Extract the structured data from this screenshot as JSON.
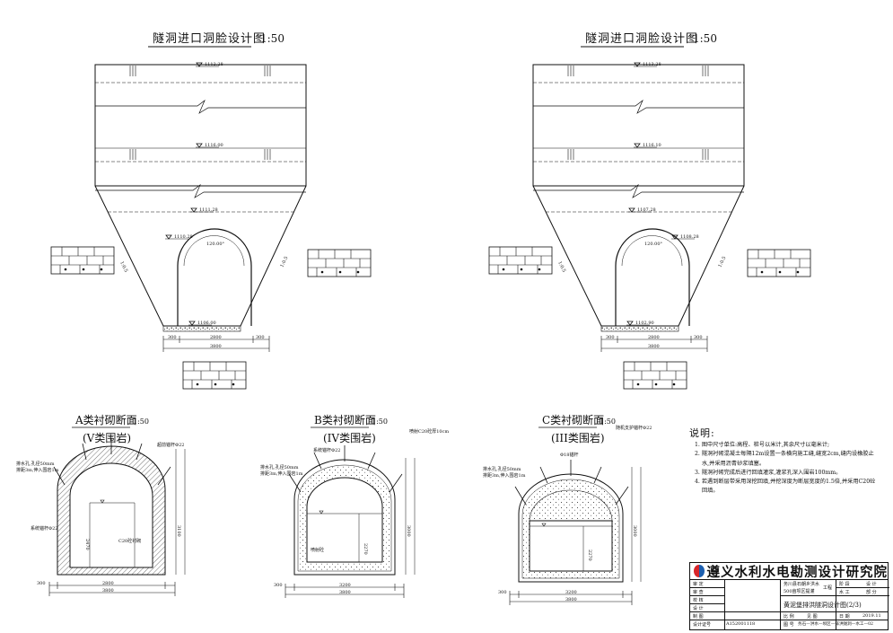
{
  "portal_left": {
    "title": "隧洞进口洞脸设计图",
    "scale": "1:50",
    "elev_top": "1112.28",
    "elev_mid": "1116.00",
    "elev_base": "1111.28",
    "elev_arch": "1110.28",
    "elev_invert": "1106.00",
    "slope_left": "1:0.5",
    "slope_right": "1:0.5",
    "arch_angle": "120.00°",
    "dim_left": "300",
    "dim_mid": "2800",
    "dim_right": "300",
    "dim_total": "3800"
  },
  "portal_right": {
    "title": "隧洞进口洞脸设计图",
    "scale": "1:50",
    "elev_top": "1113.28",
    "elev_mid": "1116.10",
    "elev_base": "1107.28",
    "elev_arch": "1108.28",
    "elev_invert": "1102.90",
    "slope_left": "1:0.5",
    "slope_right": "1:0.5",
    "arch_angle": "120.00°",
    "dim_left": "300",
    "dim_mid": "2800",
    "dim_right": "300",
    "dim_total": "3800"
  },
  "section_a": {
    "title": "A类衬砌断面",
    "scale": "1:50",
    "subtitle": "(V类围岩)",
    "note_left": "超前锚杆Φ22",
    "note_drain": "排水孔,孔径50mm",
    "note_drain2": "排距3m,伸入围岩1m",
    "note_bolt": "系统锚杆Φ22",
    "note_conc": "C20砼衬砌",
    "dim_h": "2470",
    "dim_h2": "3100",
    "dim_w": "2800",
    "dim_side": "300",
    "dim_total": "3800"
  },
  "section_b": {
    "title": "B类衬砌断面",
    "scale": "1:50",
    "subtitle": "(IV类围岩)",
    "note_left": "排水孔,孔径50mm",
    "note_drain2": "排距3m,伸入围岩1m",
    "note_bolt": "系统锚杆Φ22",
    "note_right": "喷射C20砼厚10cm",
    "note_spray": "喷射砼",
    "dim_h": "2270",
    "dim_h2": "3000",
    "dim_w": "3200",
    "dim_side": "300",
    "dim_total": "3800"
  },
  "section_c": {
    "title": "C类衬砌断面",
    "scale": "1:50",
    "subtitle": "(III类围岩)",
    "note_left": "排水孔,孔径50mm",
    "note_drain2": "排距3m,伸入围岩1m",
    "note_bolt": "Φ18锚杆",
    "note_right": "随机支护锚杆Φ22",
    "dim_h": "2270",
    "dim_h2": "3000",
    "dim_w": "3200",
    "dim_side": "300",
    "dim_total": "3800"
  },
  "notes": {
    "heading": "说明:",
    "items": [
      "1. 图中尺寸单位:高程、桩号以米计,其余尺寸以毫米计;",
      "2. 隧洞衬砌混凝土每隔12m设置一条横向施工缝,缝宽2cm,缝内设橡胶止水,并采用沥青砂浆填塞。",
      "3. 隧洞衬砌完成后进行回填灌浆,灌浆孔深入围岩100mm。",
      "4. 若遇到断层带采用深挖回填,并挖深度为断层宽度的1.5倍,并采用C20砼回填。"
    ]
  },
  "title_block": {
    "institute": "遵义水利水电勘测设计研究院",
    "project": "务川县石朝乡洪水",
    "project2": "500亩坝区提灌",
    "phase": "工程",
    "drawing_name": "黄泥堡排洪隧洞设计图(2/3)",
    "role_1": "审 定",
    "role_2": "审 查",
    "role_3": "校 核",
    "role_4": "设 计",
    "role_5": "制 图",
    "role_6": "设计证号",
    "cert_no": "A152001118",
    "stage_lbl": "阶 段",
    "stage_val": "设 计",
    "dept_lbl": "水 工",
    "dept_val": "部 分",
    "scale_lbl": "比 例",
    "scale_val": "见 图",
    "date_lbl": "日 期",
    "date_val": "2019.11",
    "no_lbl": "图 号",
    "no_val": "务石—洪水—坝区—排洪隧洞—水工—02"
  },
  "colors": {
    "line": "#111111",
    "logo_blue": "#1c5fb0",
    "logo_red": "#d8262a"
  }
}
